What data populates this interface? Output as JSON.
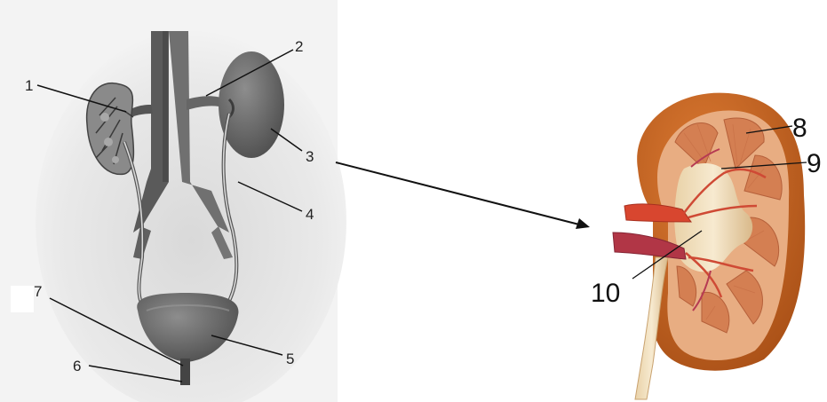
{
  "left_figure": {
    "labels": [
      "1",
      "2",
      "3",
      "4",
      "5",
      "6",
      "7"
    ]
  },
  "right_figure": {
    "labels": [
      "8",
      "9",
      "10"
    ]
  },
  "colors": {
    "organ_gray": "#6e6e6e",
    "kidney_outer": "#c8651f",
    "cortex": "#e6a57a",
    "medulla": "#d9845a",
    "pelvis": "#f1dcc0",
    "artery": "#d2452f",
    "vein": "#b9373f"
  }
}
